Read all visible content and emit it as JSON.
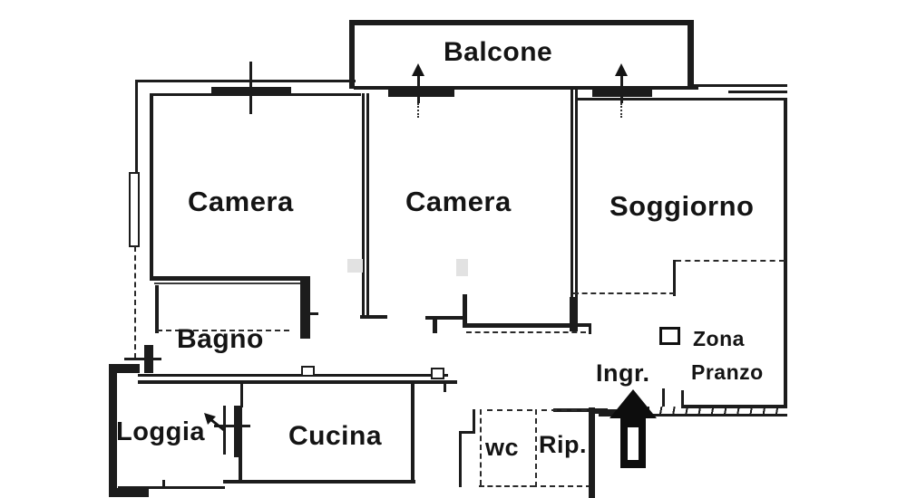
{
  "document": {
    "type": "apartment-floor-plan",
    "style": "scanned black-and-white line drawing"
  },
  "labels": {
    "balcone": "Balcone",
    "camera_left": "Camera",
    "camera_mid": "Camera",
    "soggiorno": "Soggiorno",
    "bagno": "Bagno",
    "loggia": "Loggia",
    "cucina": "Cucina",
    "wc": "wc",
    "rip": "Rip.",
    "ingresso": "Ingr.",
    "zona_line1": "Zona",
    "zona_line2": "Pranzo"
  },
  "icons": {
    "entrance_arrow": "large up-arrow at main entry",
    "balcony_door_arrows": "two small up-arrows through balcony wall",
    "loggia_door_arrow": "small up-left arrow at loggia door",
    "dining_table_symbol": "small open square",
    "boundary_hatch": "tick-hatched property line bottom right"
  },
  "colors": {
    "background": "#ffffff",
    "wall": "#1c1c1c",
    "text": "#141414"
  }
}
